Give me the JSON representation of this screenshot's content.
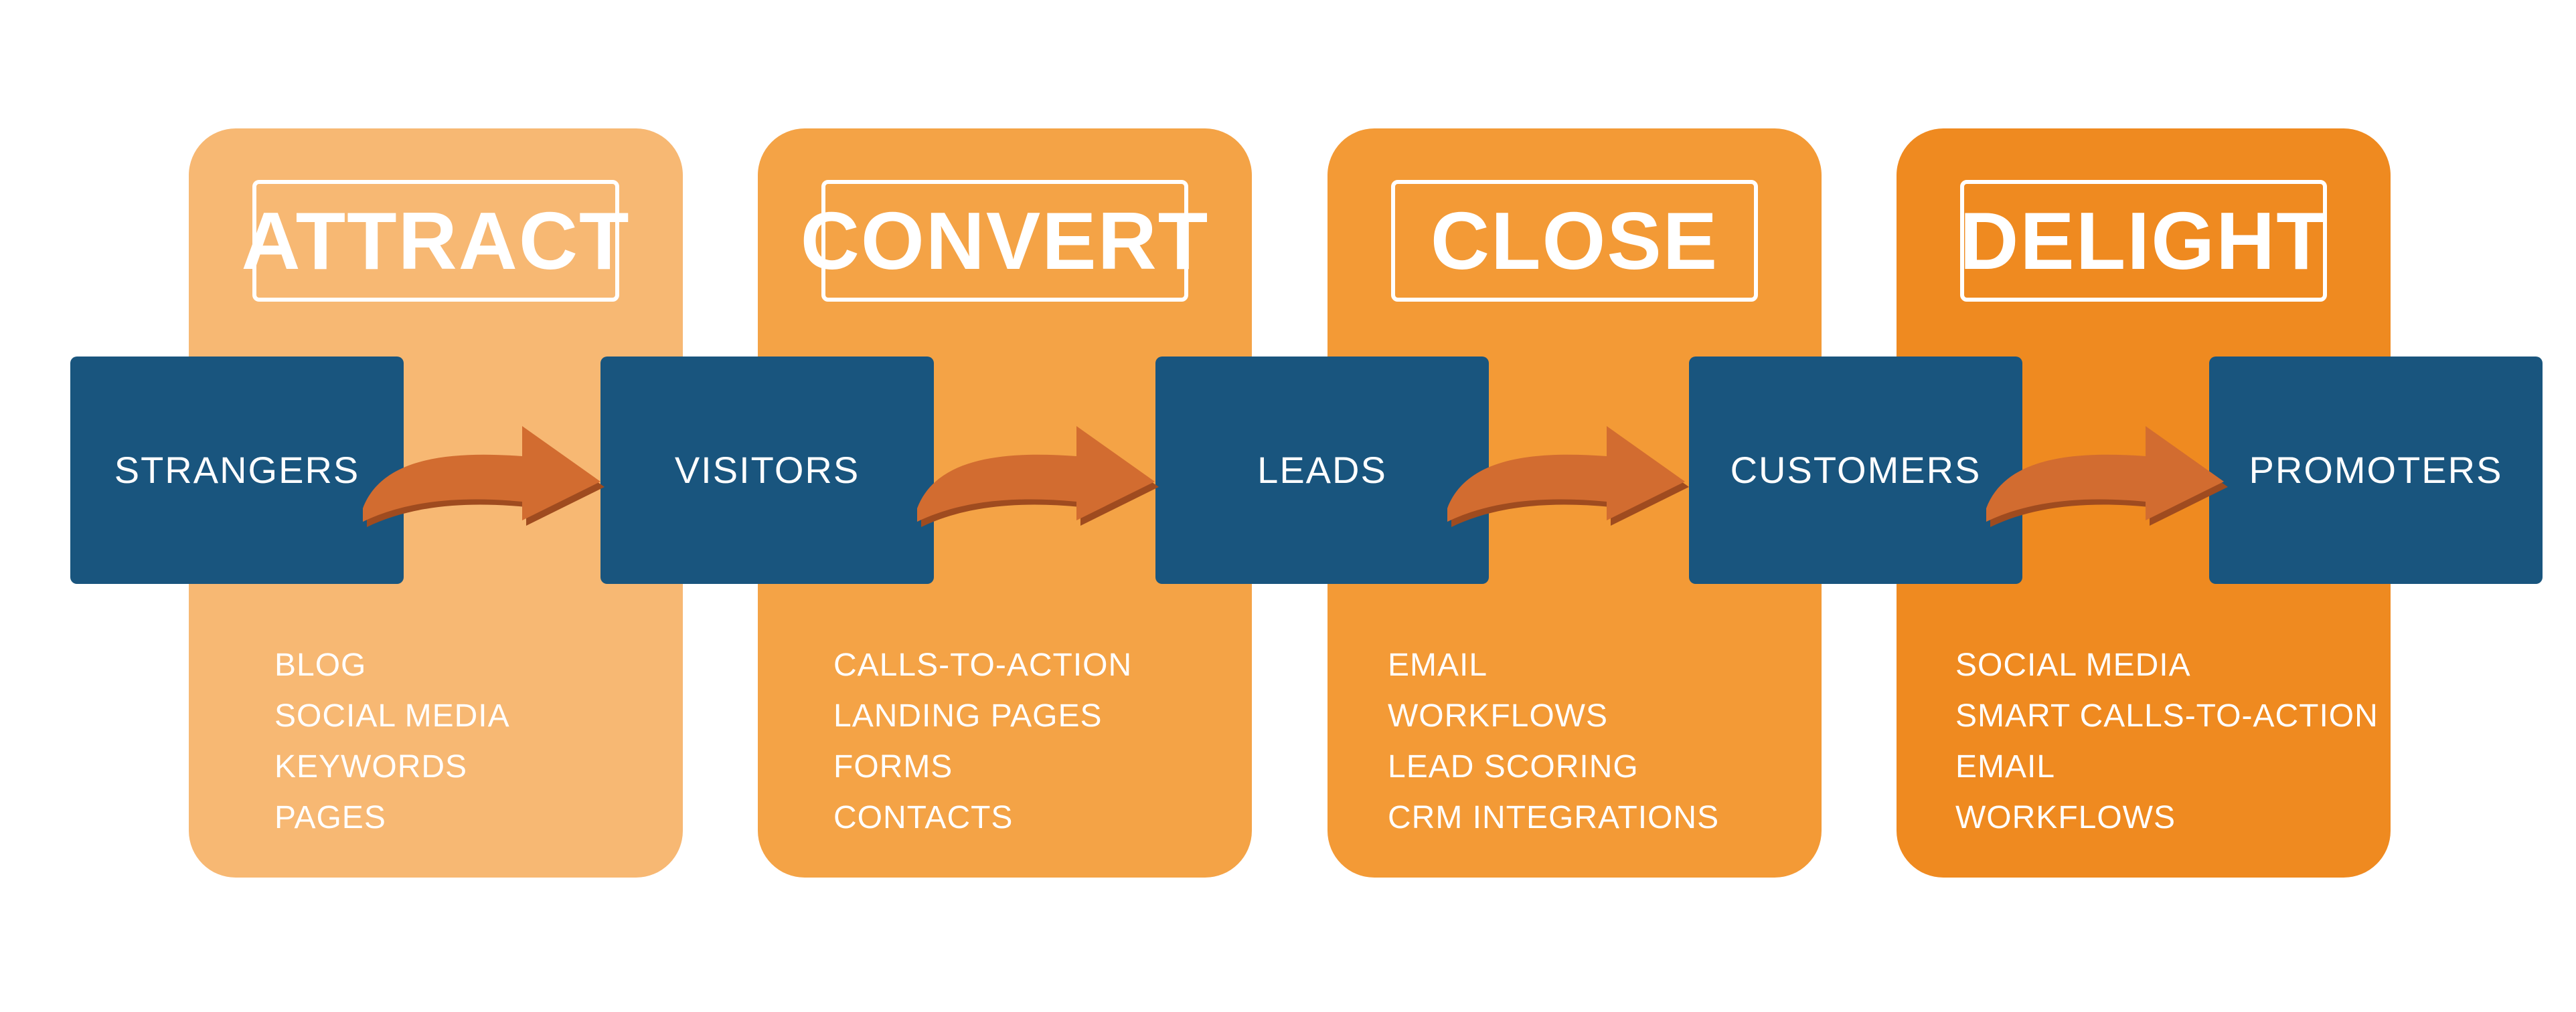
{
  "colors": {
    "stage_attract": "#f7b873",
    "stage_convert": "#f4a346",
    "stage_close": "#f39a36",
    "stage_delight": "#ef8a20",
    "audience_box": "#19557e",
    "arrow_face": "#d26c30",
    "arrow_shadow": "#9f4b1f",
    "text": "#ffffff"
  },
  "stages": [
    {
      "title": "ATTRACT",
      "tools": [
        "BLOG",
        "SOCIAL MEDIA",
        "KEYWORDS",
        "PAGES"
      ]
    },
    {
      "title": "CONVERT",
      "tools": [
        "CALLS-TO-ACTION",
        "LANDING PAGES",
        "FORMS",
        "CONTACTS"
      ]
    },
    {
      "title": "CLOSE",
      "tools": [
        "EMAIL",
        "WORKFLOWS",
        "LEAD SCORING",
        "CRM INTEGRATIONS"
      ]
    },
    {
      "title": "DELIGHT",
      "tools": [
        "SOCIAL MEDIA",
        "SMART CALLS-TO-ACTION",
        "EMAIL",
        "WORKFLOWS"
      ]
    }
  ],
  "audiences": [
    "STRANGERS",
    "VISITORS",
    "LEADS",
    "CUSTOMERS",
    "PROMOTERS"
  ]
}
